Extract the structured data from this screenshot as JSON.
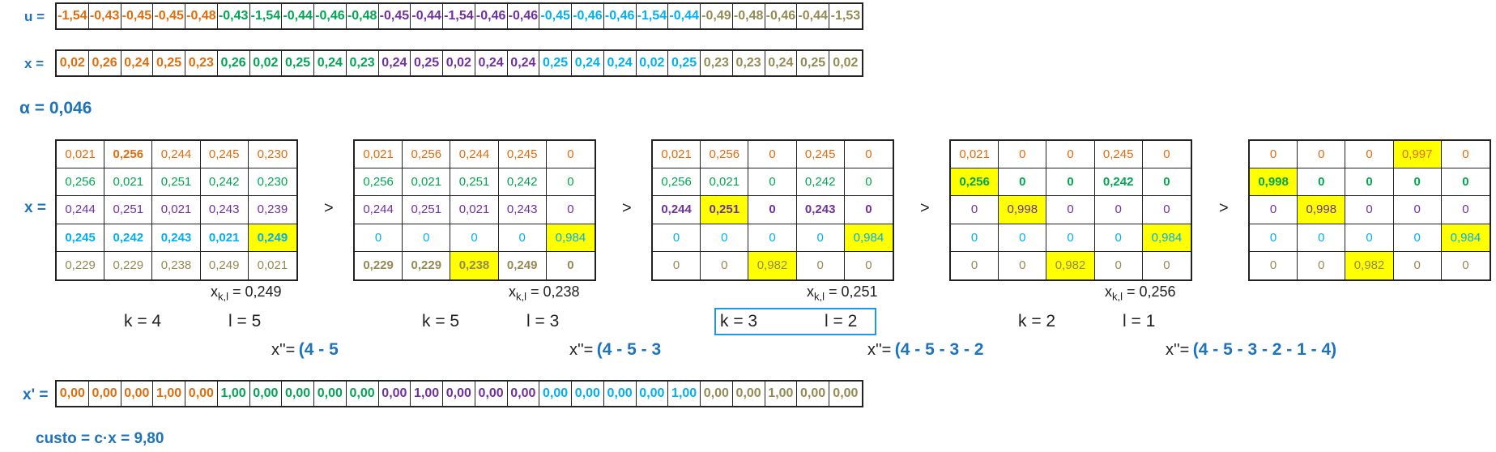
{
  "colors": {
    "orange": "#e36c0a",
    "green": "#00a651",
    "purple": "#7030a0",
    "cyan": "#00b0f0",
    "olive": "#948a54",
    "label": "#1e73be",
    "highlight": "#ffff00"
  },
  "labels": {
    "u": "u =",
    "x": "x =",
    "alpha": "α = 0,046",
    "xmat": "x =",
    "xprime": "x' =",
    "custo": "custo = c·x = 9,80"
  },
  "u_vector": [
    "-1,54",
    "-0,43",
    "-0,45",
    "-0,45",
    "-0,48",
    "-0,43",
    "-1,54",
    "-0,44",
    "-0,46",
    "-0,48",
    "-0,45",
    "-0,44",
    "-1,54",
    "-0,46",
    "-0,46",
    "-0,45",
    "-0,46",
    "-0,46",
    "-1,54",
    "-0,44",
    "-0,49",
    "-0,48",
    "-0,46",
    "-0,44",
    "-1,53"
  ],
  "x_vector": [
    "0,02",
    "0,26",
    "0,24",
    "0,25",
    "0,23",
    "0,26",
    "0,02",
    "0,25",
    "0,24",
    "0,23",
    "0,24",
    "0,25",
    "0,02",
    "0,24",
    "0,24",
    "0,25",
    "0,24",
    "0,24",
    "0,02",
    "0,25",
    "0,23",
    "0,23",
    "0,24",
    "0,25",
    "0,02"
  ],
  "xprime_vector": [
    "0,00",
    "0,00",
    "0,00",
    "1,00",
    "0,00",
    "1,00",
    "0,00",
    "0,00",
    "0,00",
    "0,00",
    "0,00",
    "1,00",
    "0,00",
    "0,00",
    "0,00",
    "0,00",
    "0,00",
    "0,00",
    "0,00",
    "1,00",
    "0,00",
    "0,00",
    "1,00",
    "0,00",
    "0,00"
  ],
  "group_colors": [
    "orange",
    "green",
    "purple",
    "cyan",
    "olive"
  ],
  "matrices": [
    {
      "rows": [
        [
          "0,021",
          "0,256",
          "0,244",
          "0,245",
          "0,230"
        ],
        [
          "0,256",
          "0,021",
          "0,251",
          "0,242",
          "0,230"
        ],
        [
          "0,244",
          "0,251",
          "0,021",
          "0,243",
          "0,239"
        ],
        [
          "0,245",
          "0,242",
          "0,243",
          "0,021",
          "0,249"
        ],
        [
          "0,229",
          "0,229",
          "0,238",
          "0,249",
          "0,021"
        ]
      ],
      "bold": [
        [
          0,
          1
        ],
        [
          3,
          0
        ],
        [
          3,
          1
        ],
        [
          3,
          2
        ],
        [
          3,
          3
        ],
        [
          3,
          4
        ]
      ],
      "highlight": [
        [
          3,
          4
        ]
      ],
      "xkl_label": "x",
      "xkl_sub": "k,l",
      "xkl_value": "=  0,249",
      "k": "k =  4",
      "l": "l =  5",
      "seq_label": "x''=",
      "seq_value": "(4 - 5"
    },
    {
      "rows": [
        [
          "0,021",
          "0,256",
          "0,244",
          "0,245",
          "0"
        ],
        [
          "0,256",
          "0,021",
          "0,251",
          "0,242",
          "0"
        ],
        [
          "0,244",
          "0,251",
          "0,021",
          "0,243",
          "0"
        ],
        [
          "0",
          "0",
          "0",
          "0",
          "0,984"
        ],
        [
          "0,229",
          "0,229",
          "0,238",
          "0,249",
          "0"
        ]
      ],
      "bold": [
        [
          4,
          0
        ],
        [
          4,
          1
        ],
        [
          4,
          2
        ],
        [
          4,
          3
        ],
        [
          4,
          4
        ]
      ],
      "highlight": [
        [
          3,
          4
        ],
        [
          4,
          2
        ]
      ],
      "xkl_label": "x",
      "xkl_sub": "k,l",
      "xkl_value": "=  0,238",
      "k": "k =  5",
      "l": "l =  3",
      "seq_label": "x''=",
      "seq_value": "(4 - 5 - 3"
    },
    {
      "rows": [
        [
          "0,021",
          "0,256",
          "0",
          "0,245",
          "0"
        ],
        [
          "0,256",
          "0,021",
          "0",
          "0,242",
          "0"
        ],
        [
          "0,244",
          "0,251",
          "0",
          "0,243",
          "0"
        ],
        [
          "0",
          "0",
          "0",
          "0",
          "0,984"
        ],
        [
          "0",
          "0",
          "0,982",
          "0",
          "0"
        ]
      ],
      "bold": [
        [
          2,
          0
        ],
        [
          2,
          1
        ],
        [
          2,
          2
        ],
        [
          2,
          3
        ],
        [
          2,
          4
        ]
      ],
      "highlight": [
        [
          2,
          1
        ],
        [
          3,
          4
        ],
        [
          4,
          2
        ]
      ],
      "xkl_label": "x",
      "xkl_sub": "k,l",
      "xkl_value": "=  0,251",
      "k": "k =  3",
      "l": "l =  2",
      "seq_label": "x''=",
      "seq_value": "(4 - 5 - 3 - 2"
    },
    {
      "rows": [
        [
          "0,021",
          "0",
          "0",
          "0,245",
          "0"
        ],
        [
          "0,256",
          "0",
          "0",
          "0,242",
          "0"
        ],
        [
          "0",
          "0,998",
          "0",
          "0",
          "0"
        ],
        [
          "0",
          "0",
          "0",
          "0",
          "0,984"
        ],
        [
          "0",
          "0",
          "0,982",
          "0",
          "0"
        ]
      ],
      "bold": [
        [
          1,
          0
        ],
        [
          1,
          1
        ],
        [
          1,
          2
        ],
        [
          1,
          3
        ],
        [
          1,
          4
        ]
      ],
      "highlight": [
        [
          1,
          0
        ],
        [
          2,
          1
        ],
        [
          3,
          4
        ],
        [
          4,
          2
        ]
      ],
      "xkl_label": "x",
      "xkl_sub": "k,l",
      "xkl_value": "=  0,256",
      "k": "k =  2",
      "l": "l =  1",
      "seq_label": "x''=",
      "seq_value": "(4 - 5 - 3 - 2 - 1 - 4)"
    },
    {
      "rows": [
        [
          "0",
          "0",
          "0",
          "0,997",
          "0"
        ],
        [
          "0,998",
          "0",
          "0",
          "0",
          "0"
        ],
        [
          "0",
          "0,998",
          "0",
          "0",
          "0"
        ],
        [
          "0",
          "0",
          "0",
          "0",
          "0,984"
        ],
        [
          "0",
          "0",
          "0,982",
          "0",
          "0"
        ]
      ],
      "bold": [
        [
          1,
          0
        ],
        [
          1,
          1
        ],
        [
          1,
          2
        ],
        [
          1,
          3
        ],
        [
          1,
          4
        ]
      ],
      "highlight": [
        [
          0,
          3
        ],
        [
          1,
          0
        ],
        [
          2,
          1
        ],
        [
          3,
          4
        ],
        [
          4,
          2
        ]
      ]
    }
  ],
  "separator": ">"
}
